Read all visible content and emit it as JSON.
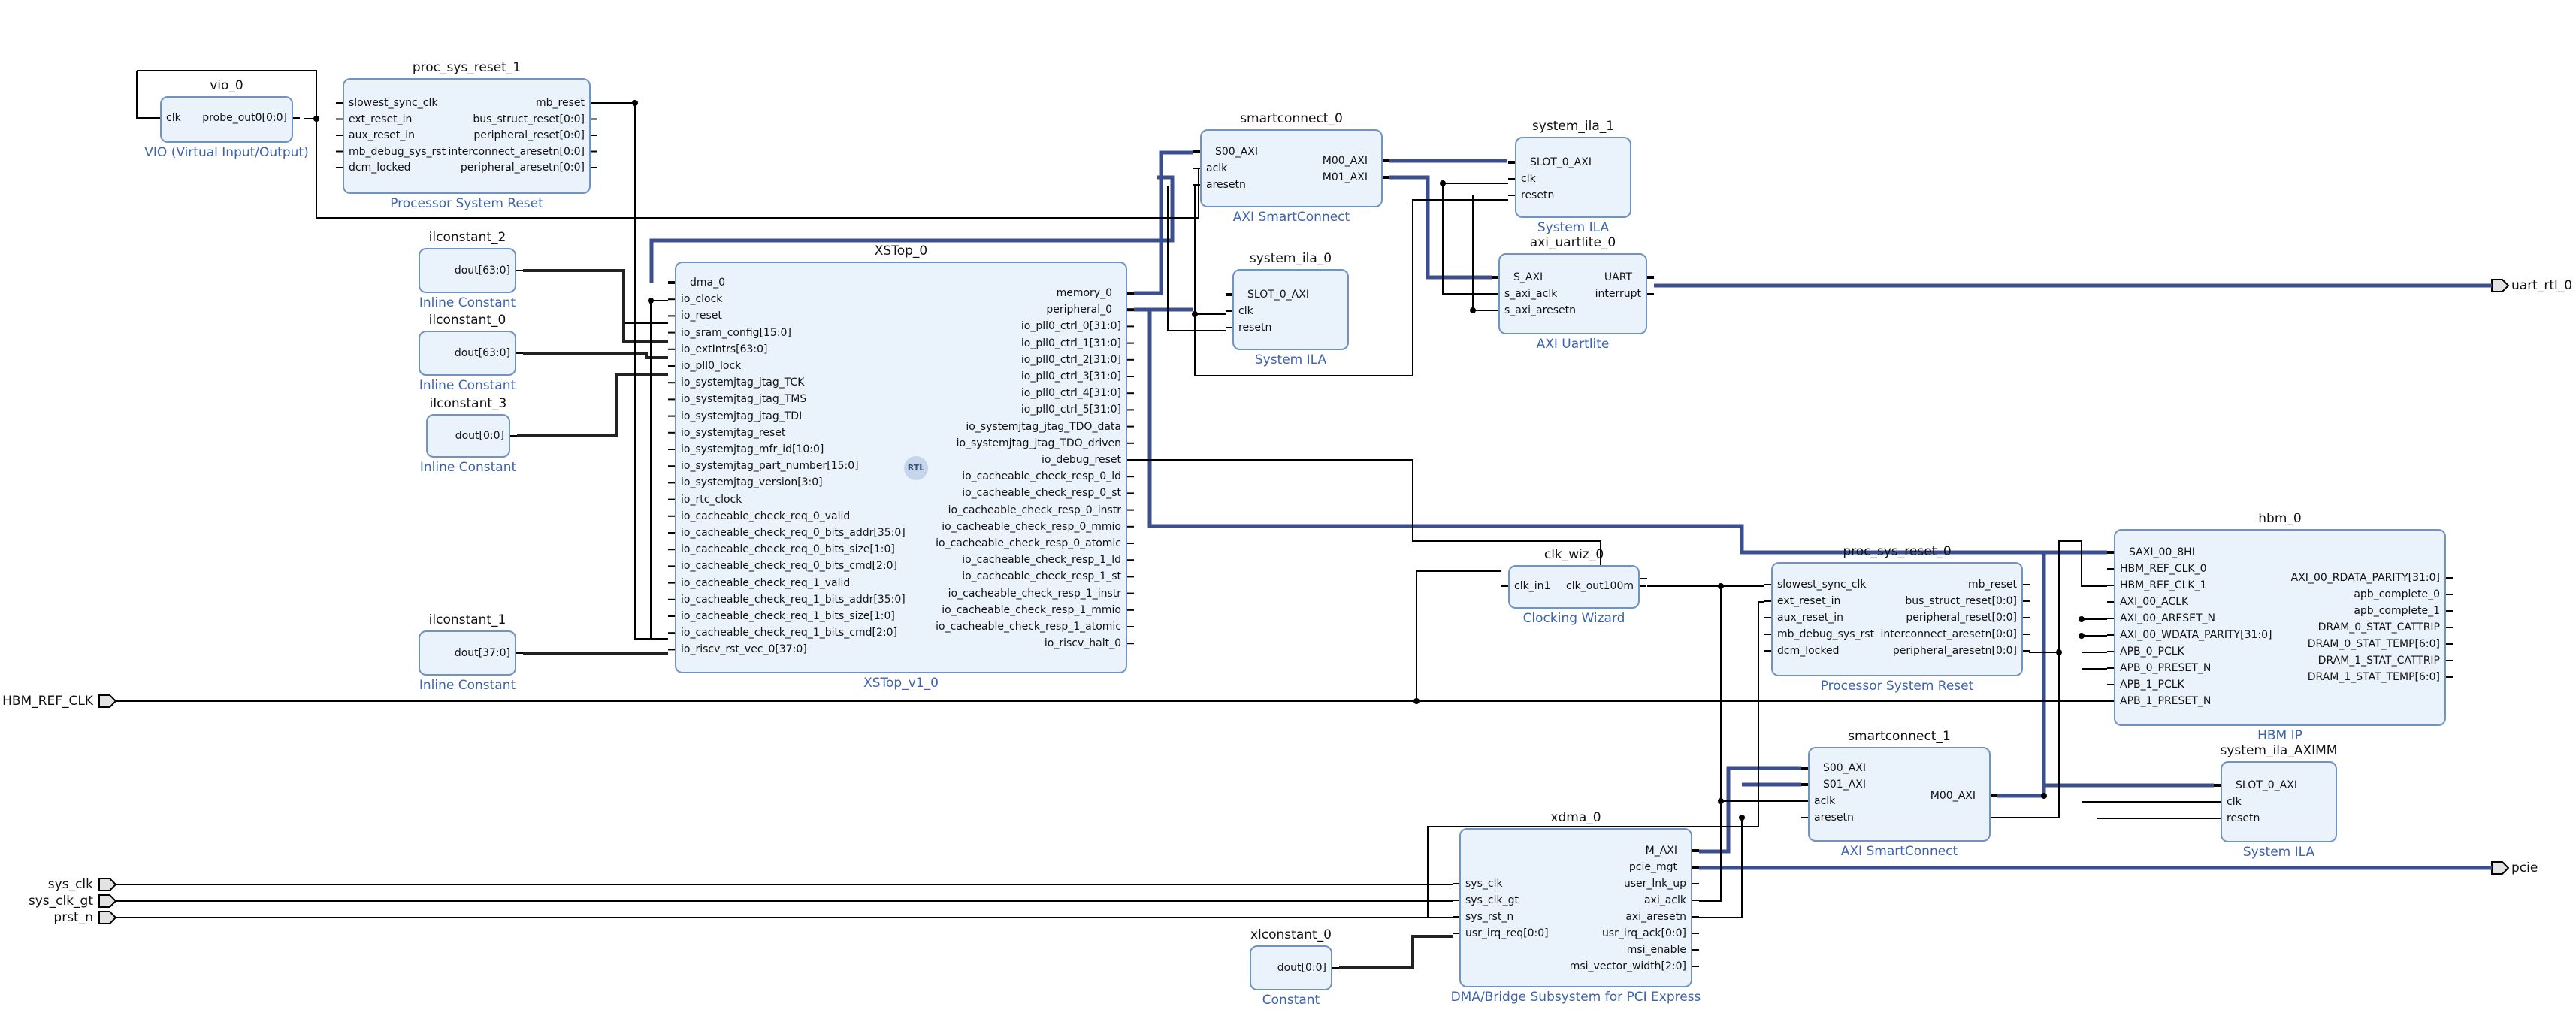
{
  "external_ports": {
    "uart_rtl_0": "uart_rtl_0",
    "pcie": "pcie",
    "HBM_REF_CLK": "HBM_REF_CLK",
    "sys_clk": "sys_clk",
    "sys_clk_gt": "sys_clk_gt",
    "prst_n": "prst_n"
  },
  "blocks": {
    "vio_0": {
      "name": "vio_0",
      "subtitle": "VIO (Virtual Input/Output)",
      "pins_left": [
        "clk"
      ],
      "pins_right": [
        "probe_out0[0:0]"
      ]
    },
    "proc_sys_reset_1": {
      "name": "proc_sys_reset_1",
      "subtitle": "Processor System Reset",
      "pins_left": [
        "slowest_sync_clk",
        "ext_reset_in",
        "aux_reset_in",
        "mb_debug_sys_rst",
        "dcm_locked"
      ],
      "pins_right": [
        "mb_reset",
        "bus_struct_reset[0:0]",
        "peripheral_reset[0:0]",
        "interconnect_aresetn[0:0]",
        "peripheral_aresetn[0:0]"
      ]
    },
    "ilconstant_2": {
      "name": "ilconstant_2",
      "subtitle": "Inline Constant",
      "pins_right": [
        "dout[63:0]"
      ]
    },
    "ilconstant_0": {
      "name": "ilconstant_0",
      "subtitle": "Inline Constant",
      "pins_right": [
        "dout[63:0]"
      ]
    },
    "ilconstant_3": {
      "name": "ilconstant_3",
      "subtitle": "Inline Constant",
      "pins_right": [
        "dout[0:0]"
      ]
    },
    "ilconstant_1": {
      "name": "ilconstant_1",
      "subtitle": "Inline Constant",
      "pins_right": [
        "dout[37:0]"
      ]
    },
    "xstop_0": {
      "name": "XSTop_0",
      "subtitle": "XSTop_v1_0",
      "badge": "RTL",
      "pins_left": [
        "dma_0",
        "io_clock",
        "io_reset",
        "io_sram_config[15:0]",
        "io_extIntrs[63:0]",
        "io_pll0_lock",
        "io_systemjtag_jtag_TCK",
        "io_systemjtag_jtag_TMS",
        "io_systemjtag_jtag_TDI",
        "io_systemjtag_reset",
        "io_systemjtag_mfr_id[10:0]",
        "io_systemjtag_part_number[15:0]",
        "io_systemjtag_version[3:0]",
        "io_rtc_clock",
        "io_cacheable_check_req_0_valid",
        "io_cacheable_check_req_0_bits_addr[35:0]",
        "io_cacheable_check_req_0_bits_size[1:0]",
        "io_cacheable_check_req_0_bits_cmd[2:0]",
        "io_cacheable_check_req_1_valid",
        "io_cacheable_check_req_1_bits_addr[35:0]",
        "io_cacheable_check_req_1_bits_size[1:0]",
        "io_cacheable_check_req_1_bits_cmd[2:0]",
        "io_riscv_rst_vec_0[37:0]"
      ],
      "pins_right": [
        "memory_0",
        "peripheral_0",
        "io_pll0_ctrl_0[31:0]",
        "io_pll0_ctrl_1[31:0]",
        "io_pll0_ctrl_2[31:0]",
        "io_pll0_ctrl_3[31:0]",
        "io_pll0_ctrl_4[31:0]",
        "io_pll0_ctrl_5[31:0]",
        "io_systemjtag_jtag_TDO_data",
        "io_systemjtag_jtag_TDO_driven",
        "io_debug_reset",
        "io_cacheable_check_resp_0_ld",
        "io_cacheable_check_resp_0_st",
        "io_cacheable_check_resp_0_instr",
        "io_cacheable_check_resp_0_mmio",
        "io_cacheable_check_resp_0_atomic",
        "io_cacheable_check_resp_1_ld",
        "io_cacheable_check_resp_1_st",
        "io_cacheable_check_resp_1_instr",
        "io_cacheable_check_resp_1_mmio",
        "io_cacheable_check_resp_1_atomic",
        "io_riscv_halt_0"
      ]
    },
    "smartconnect_0": {
      "name": "smartconnect_0",
      "subtitle": "AXI SmartConnect",
      "pins_left": [
        "S00_AXI",
        "aclk",
        "aresetn"
      ],
      "pins_right": [
        "M00_AXI",
        "M01_AXI"
      ]
    },
    "system_ila_1": {
      "name": "system_ila_1",
      "subtitle": "System ILA",
      "pins_left": [
        "SLOT_0_AXI",
        "clk",
        "resetn"
      ]
    },
    "system_ila_0": {
      "name": "system_ila_0",
      "subtitle": "System ILA",
      "pins_left": [
        "SLOT_0_AXI",
        "clk",
        "resetn"
      ]
    },
    "axi_uartlite_0": {
      "name": "axi_uartlite_0",
      "subtitle": "AXI Uartlite",
      "pins_left": [
        "S_AXI",
        "s_axi_aclk",
        "s_axi_aresetn"
      ],
      "pins_right": [
        "UART",
        "interrupt"
      ]
    },
    "clk_wiz_0": {
      "name": "clk_wiz_0",
      "subtitle": "Clocking Wizard",
      "pins_left": [
        "clk_in1"
      ],
      "pins_right": [
        "clk_out100m"
      ]
    },
    "proc_sys_reset_0": {
      "name": "proc_sys_reset_0",
      "subtitle": "Processor System Reset",
      "pins_left": [
        "slowest_sync_clk",
        "ext_reset_in",
        "aux_reset_in",
        "mb_debug_sys_rst",
        "dcm_locked"
      ],
      "pins_right": [
        "mb_reset",
        "bus_struct_reset[0:0]",
        "peripheral_reset[0:0]",
        "interconnect_aresetn[0:0]",
        "peripheral_aresetn[0:0]"
      ]
    },
    "hbm_0": {
      "name": "hbm_0",
      "subtitle": "HBM IP",
      "pins_left": [
        "SAXI_00_8HI",
        "HBM_REF_CLK_0",
        "HBM_REF_CLK_1",
        "AXI_00_ACLK",
        "AXI_00_ARESET_N",
        "AXI_00_WDATA_PARITY[31:0]",
        "APB_0_PCLK",
        "APB_0_PRESET_N",
        "APB_1_PCLK",
        "APB_1_PRESET_N"
      ],
      "pins_right": [
        "AXI_00_RDATA_PARITY[31:0]",
        "apb_complete_0",
        "apb_complete_1",
        "DRAM_0_STAT_CATTRIP",
        "DRAM_0_STAT_TEMP[6:0]",
        "DRAM_1_STAT_CATTRIP",
        "DRAM_1_STAT_TEMP[6:0]"
      ]
    },
    "smartconnect_1": {
      "name": "smartconnect_1",
      "subtitle": "AXI SmartConnect",
      "pins_left": [
        "S00_AXI",
        "S01_AXI",
        "aclk",
        "aresetn"
      ],
      "pins_right": [
        "M00_AXI"
      ]
    },
    "system_ila_axImm": {
      "name": "system_ila_AXIMM",
      "subtitle": "System ILA",
      "pins_left": [
        "SLOT_0_AXI",
        "clk",
        "resetn"
      ]
    },
    "xdma_0": {
      "name": "xdma_0",
      "subtitle": "DMA/Bridge Subsystem for PCI Express",
      "pins_left": [
        "sys_clk",
        "sys_clk_gt",
        "sys_rst_n",
        "usr_irq_req[0:0]"
      ],
      "pins_right": [
        "M_AXI",
        "pcie_mgt",
        "user_lnk_up",
        "axi_aclk",
        "axi_aresetn",
        "usr_irq_ack[0:0]",
        "msi_enable",
        "msi_vector_width[2:0]"
      ]
    },
    "xlconstant_0": {
      "name": "xlconstant_0",
      "subtitle": "Constant",
      "pins_right": [
        "dout[0:0]"
      ]
    }
  },
  "colors": {
    "block_fill": "#eaf2fc",
    "block_border": "#7193c2",
    "bus_wire": "#3b4f8f",
    "net_wire": "#000000",
    "subtitle": "#3c63ad"
  }
}
